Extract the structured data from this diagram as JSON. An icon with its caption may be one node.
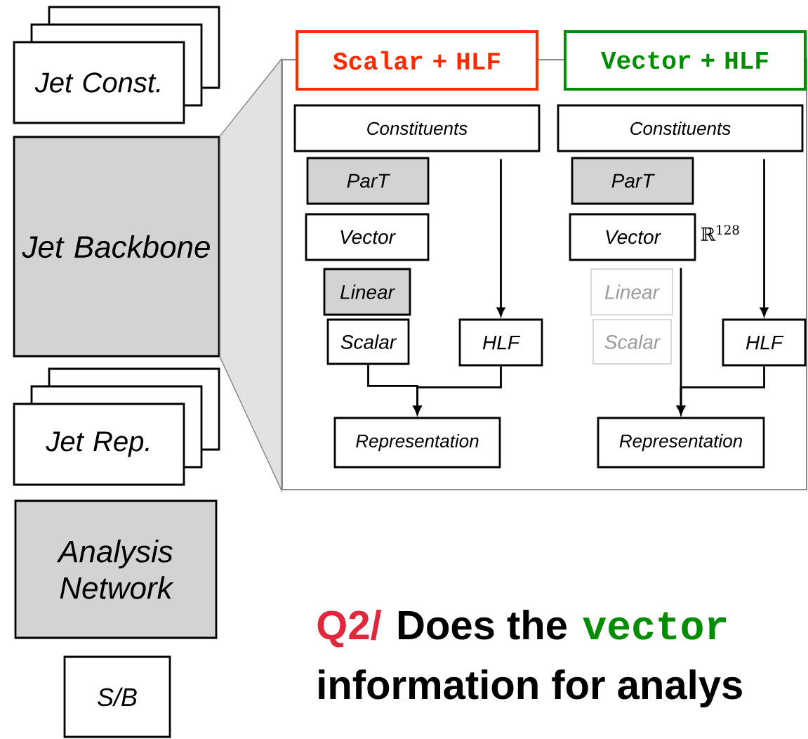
{
  "diagram": {
    "nodes": [
      {
        "text": [
          "Jet Const."
        ]
      },
      {
        "text": [
          "Jet Backbone"
        ]
      },
      {
        "text": [
          "Jet Rep."
        ]
      },
      {
        "text": [
          "Analysis Network"
        ]
      },
      {
        "text": [
          "S/B"
        ]
      },
      {
        "text": [],
        "shape": "box"
      },
      {
        "text": [
          "Scalar + HLF"
        ]
      },
      {
        "text": [
          "Vector + HLF"
        ]
      },
      {
        "text": [
          "Constituents"
        ],
        "in": 5
      },
      {
        "text": [
          "ParT"
        ],
        "in": 5
      },
      {
        "text": [
          "Vector"
        ],
        "in": 5
      },
      {
        "text": [
          "Linear"
        ],
        "in": 5
      },
      {
        "text": [
          "Scalar"
        ],
        "in": 5
      },
      {
        "text": [
          "HLF"
        ],
        "in": 5
      },
      {
        "text": [
          "Representation"
        ],
        "in": 5
      },
      {
        "text": [
          "Constituents"
        ],
        "in": 5
      },
      {
        "text": [
          "ParT"
        ],
        "in": 5
      },
      {
        "text": [
          "Vector"
        ],
        "in": 5,
        "beside": [
          "ℝ$^{128}$"
        ]
      },
      {
        "text": [
          "Linear"
        ],
        "in": 5
      },
      {
        "text": [
          "Scalar"
        ],
        "in": 5
      },
      {
        "text": [
          "HLF"
        ],
        "in": 5
      },
      {
        "text": [
          "Representation"
        ],
        "in": 5
      }
    ],
    "edges": [
      {
        "from": 1,
        "to": 5,
        "arrow": "none"
      },
      {
        "from": 8,
        "to": 13,
        "arrow": "to"
      },
      {
        "from": 12,
        "to": 14,
        "arrow": "to"
      },
      {
        "from": 13,
        "to": 14,
        "arrow": "to"
      },
      {
        "from": 15,
        "to": 20,
        "arrow": "to"
      },
      {
        "from": 17,
        "to": 21,
        "arrow": "to"
      },
      {
        "from": 20,
        "to": 21,
        "arrow": "to"
      }
    ],
    "labels": [
      "Q2/",
      "Does the",
      "vector",
      "information for analys"
    ]
  }
}
